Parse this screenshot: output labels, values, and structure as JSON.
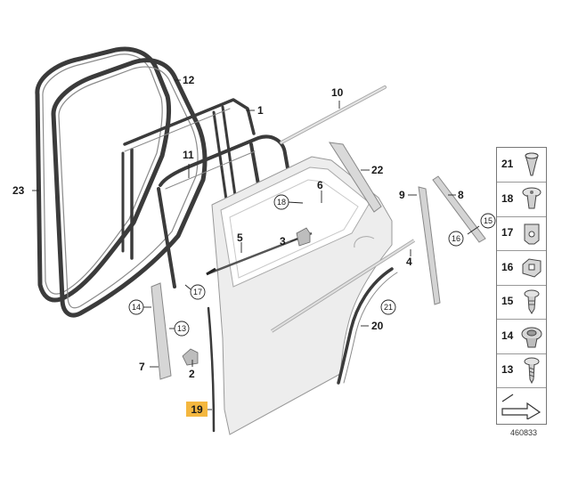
{
  "callouts": {
    "c1": "1",
    "c2": "2",
    "c3": "3",
    "c4": "4",
    "c5": "5",
    "c6": "6",
    "c7": "7",
    "c8": "8",
    "c9": "9",
    "c10": "10",
    "c11": "11",
    "c12": "12",
    "c13": "13",
    "c14": "14",
    "c15": "15",
    "c16": "16",
    "c17": "17",
    "c18": "18",
    "c19": "19",
    "c20": "20",
    "c21": "21",
    "c22": "22",
    "c23": "23"
  },
  "highlight_color": "#f4b73f",
  "panel": {
    "items": [
      {
        "label": "21",
        "icon": "clip-icon"
      },
      {
        "label": "18",
        "icon": "expanding-rivet-icon"
      },
      {
        "label": "17",
        "icon": "spring-nut-icon"
      },
      {
        "label": "16",
        "icon": "retaining-clip-icon"
      },
      {
        "label": "15",
        "icon": "screw-clip-icon"
      },
      {
        "label": "14",
        "icon": "grommet-nut-icon"
      },
      {
        "label": "13",
        "icon": "self-tapping-screw-icon"
      },
      {
        "label": "",
        "icon": "arrow-symbol-icon"
      }
    ]
  },
  "reference_number": "460833"
}
